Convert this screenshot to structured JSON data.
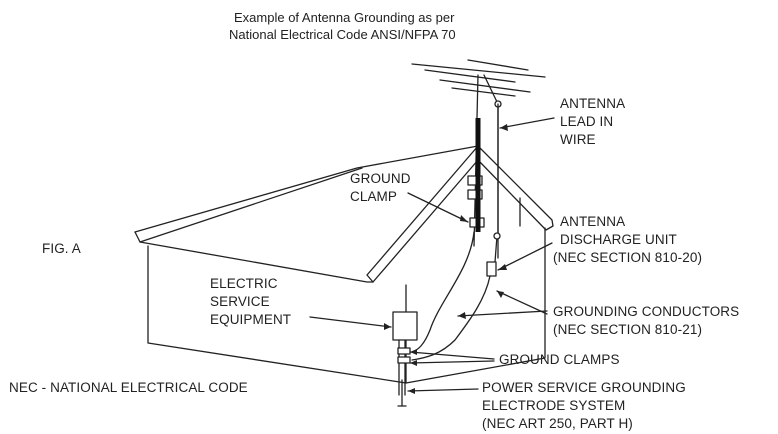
{
  "title": {
    "line1": "Example of Antenna Grounding as per",
    "line2": "National Electrical Code ANSI/NFPA 70"
  },
  "fig_label": "FIG. A",
  "nec_note": "NEC - NATIONAL ELECTRICAL CODE",
  "labels": {
    "lead_in": [
      "ANTENNA",
      "LEAD IN",
      "WIRE"
    ],
    "ground_clamp": [
      "GROUND",
      "CLAMP"
    ],
    "discharge_unit": [
      "ANTENNA",
      "DISCHARGE UNIT",
      "(NEC SECTION 810-20)"
    ],
    "electric_service": [
      "ELECTRIC",
      "SERVICE",
      "EQUIPMENT"
    ],
    "grounding_conductors": [
      "GROUNDING CONDUCTORS",
      "(NEC SECTION 810-21)"
    ],
    "ground_clamps": "GROUND CLAMPS",
    "power_service": [
      "POWER SERVICE GROUNDING",
      "ELECTRODE SYSTEM",
      "(NEC ART 250, PART H)"
    ]
  },
  "colors": {
    "ink": "#222222",
    "mast": "#111111",
    "background": "#ffffff"
  }
}
